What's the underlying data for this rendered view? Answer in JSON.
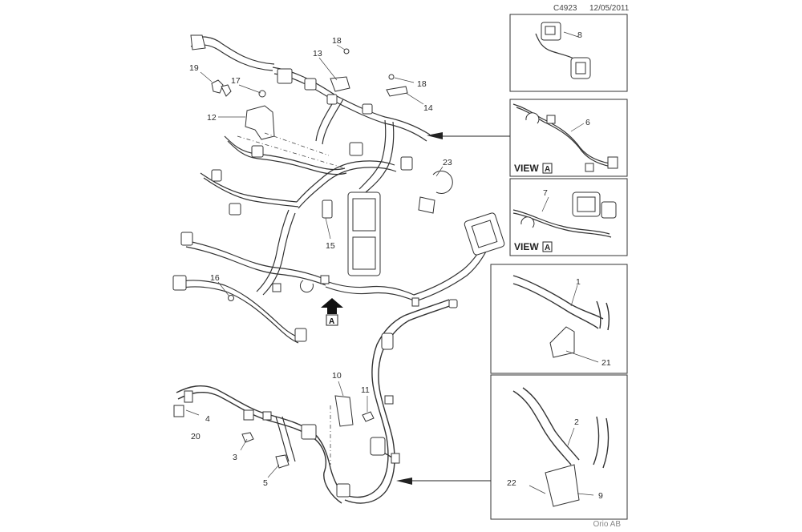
{
  "header": {
    "ref": "C4923",
    "date": "12/05/2011"
  },
  "watermark": "Orio AB",
  "callouts": {
    "c1": "1",
    "c2": "2",
    "c3": "3",
    "c4": "4",
    "c5": "5",
    "c6": "6",
    "c7": "7",
    "c8": "8",
    "c9": "9",
    "c10": "10",
    "c11": "11",
    "c12": "12",
    "c13": "13",
    "c14": "14",
    "c15": "15",
    "c16": "16",
    "c17": "17",
    "c18a": "18",
    "c18b": "18",
    "c19": "19",
    "c20": "20",
    "c21": "21",
    "c22": "22",
    "c23": "23"
  },
  "view_marker": "A",
  "view_label_word": "VIEW",
  "view_label_letter": "A"
}
